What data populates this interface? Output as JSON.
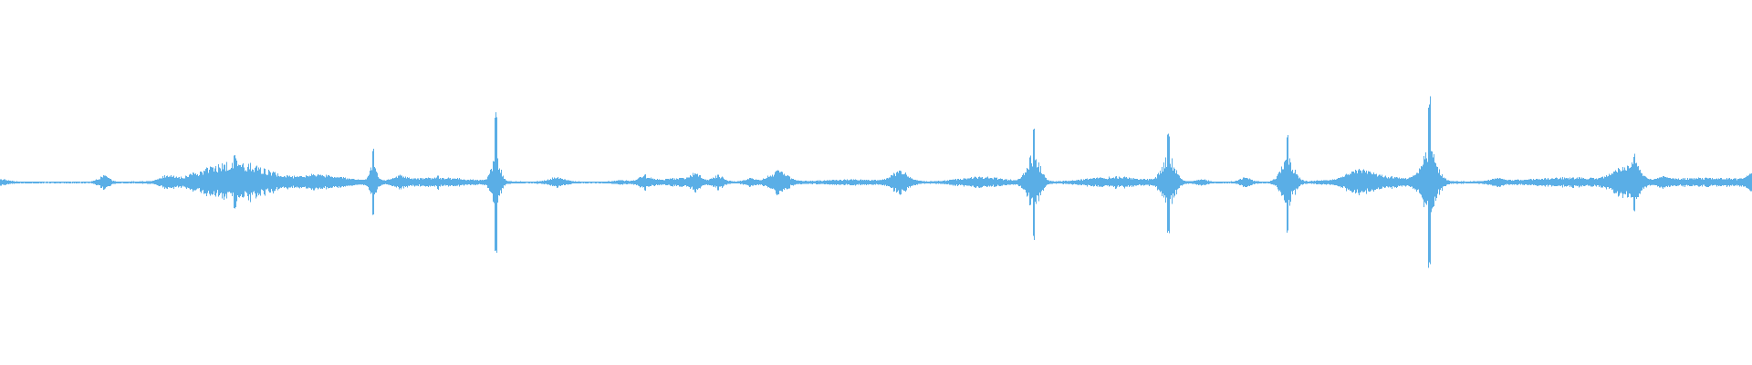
{
  "waveform": {
    "color": "#5aaee6",
    "background": "#ffffff",
    "baseline_amplitude": 0.012,
    "bursts": [
      {
        "t": 0.0,
        "amp": 0.035,
        "spread": 0.0015,
        "peak": 0.03
      },
      {
        "t": 0.059,
        "amp": 0.08,
        "spread": 0.001,
        "peak": 0.07
      },
      {
        "t": 0.095,
        "amp": 0.07,
        "spread": 0.0012,
        "peak": 0.06
      },
      {
        "t": 0.134,
        "amp": 0.3,
        "spread": 0.006,
        "peak": 0.24
      },
      {
        "t": 0.179,
        "amp": 0.09,
        "spread": 0.003,
        "peak": 0.06
      },
      {
        "t": 0.194,
        "amp": 0.06,
        "spread": 0.004,
        "peak": 0.04
      },
      {
        "t": 0.213,
        "amp": 0.38,
        "spread": 0.0006,
        "peak": 0.2
      },
      {
        "t": 0.228,
        "amp": 0.06,
        "spread": 0.0012,
        "peak": 0.05
      },
      {
        "t": 0.25,
        "amp": 0.08,
        "spread": 0.006,
        "peak": 0.05
      },
      {
        "t": 0.283,
        "amp": 0.83,
        "spread": 0.0008,
        "peak": 0.3
      },
      {
        "t": 0.318,
        "amp": 0.06,
        "spread": 0.0015,
        "peak": 0.05
      },
      {
        "t": 0.354,
        "amp": 0.02,
        "spread": 0.001,
        "peak": 0.02
      },
      {
        "t": 0.368,
        "amp": 0.09,
        "spread": 0.0012,
        "peak": 0.06
      },
      {
        "t": 0.388,
        "amp": 0.05,
        "spread": 0.004,
        "peak": 0.04
      },
      {
        "t": 0.397,
        "amp": 0.11,
        "spread": 0.0009,
        "peak": 0.08
      },
      {
        "t": 0.41,
        "amp": 0.09,
        "spread": 0.001,
        "peak": 0.07
      },
      {
        "t": 0.428,
        "amp": 0.05,
        "spread": 0.001,
        "peak": 0.04
      },
      {
        "t": 0.444,
        "amp": 0.14,
        "spread": 0.0018,
        "peak": 0.12
      },
      {
        "t": 0.487,
        "amp": 0.03,
        "spread": 0.006,
        "peak": 0.025
      },
      {
        "t": 0.514,
        "amp": 0.14,
        "spread": 0.0016,
        "peak": 0.12
      },
      {
        "t": 0.56,
        "amp": 0.06,
        "spread": 0.004,
        "peak": 0.06
      },
      {
        "t": 0.59,
        "amp": 0.64,
        "spread": 0.0012,
        "peak": 0.32
      },
      {
        "t": 0.637,
        "amp": 0.07,
        "spread": 0.005,
        "peak": 0.06
      },
      {
        "t": 0.667,
        "amp": 0.58,
        "spread": 0.0012,
        "peak": 0.3
      },
      {
        "t": 0.686,
        "amp": 0.03,
        "spread": 0.001,
        "peak": 0.03
      },
      {
        "t": 0.711,
        "amp": 0.05,
        "spread": 0.001,
        "peak": 0.05
      },
      {
        "t": 0.735,
        "amp": 0.56,
        "spread": 0.0012,
        "peak": 0.28
      },
      {
        "t": 0.776,
        "amp": 0.11,
        "spread": 0.002,
        "peak": 0.1
      },
      {
        "t": 0.786,
        "amp": 0.07,
        "spread": 0.006,
        "peak": 0.07
      },
      {
        "t": 0.816,
        "amp": 0.96,
        "spread": 0.0014,
        "peak": 0.36
      },
      {
        "t": 0.855,
        "amp": 0.05,
        "spread": 0.0012,
        "peak": 0.04
      },
      {
        "t": 0.898,
        "amp": 0.06,
        "spread": 0.008,
        "peak": 0.05
      },
      {
        "t": 0.924,
        "amp": 0.16,
        "spread": 0.0016,
        "peak": 0.12
      },
      {
        "t": 0.933,
        "amp": 0.33,
        "spread": 0.0012,
        "peak": 0.2
      },
      {
        "t": 0.95,
        "amp": 0.04,
        "spread": 0.001,
        "peak": 0.04
      },
      {
        "t": 0.975,
        "amp": 0.05,
        "spread": 0.008,
        "peak": 0.045
      },
      {
        "t": 1.0,
        "amp": 0.1,
        "spread": 0.001,
        "peak": 0.08
      }
    ]
  }
}
